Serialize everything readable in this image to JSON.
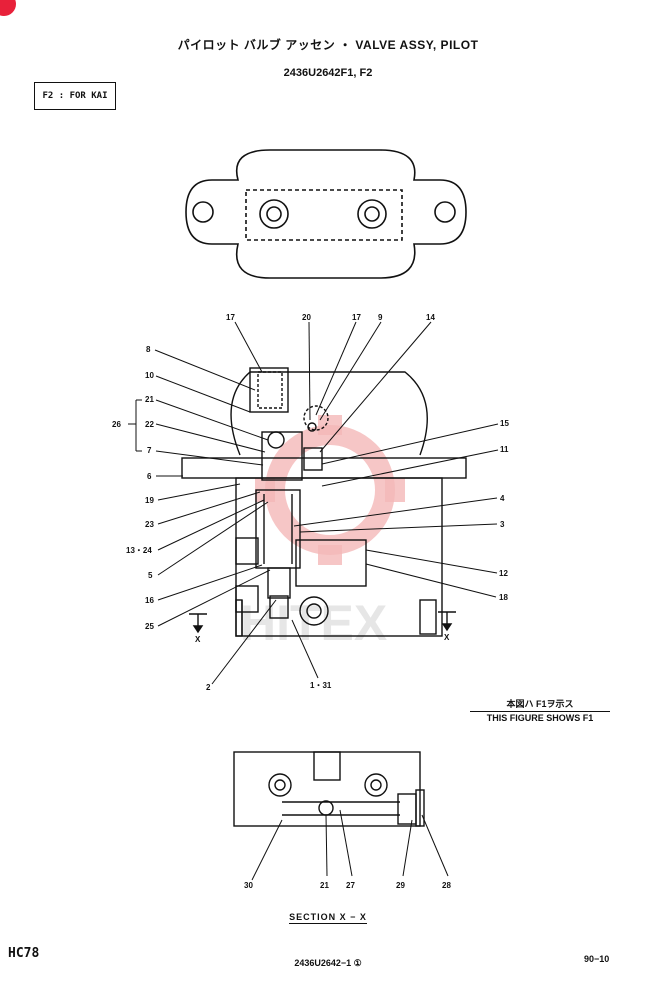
{
  "header": {
    "title": "パイロット バルブ アッセン ・ VALVE ASSY, PILOT",
    "part_number": "2436U2642F1, F2"
  },
  "note_box": "F2 : FOR KAI",
  "figure_note": {
    "japanese": "本図ハ F1ヲ示ス",
    "english": "THIS FIGURE SHOWS F1"
  },
  "section_label": "SECTION X − X",
  "section_marker": "X",
  "watermark": "HITEX",
  "callouts": {
    "c17a": "17",
    "c20": "20",
    "c17b": "17",
    "c9": "9",
    "c14": "14",
    "c8": "8",
    "c10": "10",
    "c21": "21",
    "c26": "26",
    "c22": "22",
    "c7": "7",
    "c6": "6",
    "c15": "15",
    "c11": "11",
    "c19": "19",
    "c23a": "23",
    "c4": "4",
    "c3": "3",
    "c13_24": "13・24",
    "c5": "5",
    "c12": "12",
    "c16": "16",
    "c18": "18",
    "c25": "25",
    "c2": "2",
    "c1_31": "1・31"
  },
  "section_callouts": {
    "c30": "30",
    "c21": "21",
    "c27": "27",
    "c29": "29",
    "c28": "28"
  },
  "footer": {
    "model": "HC78",
    "drawing_number": "2436U2642−1 ①",
    "page": "90−10"
  },
  "colors": {
    "line": "#111111",
    "watermark": "#f4b8b8",
    "corner_mark": "#e8213a"
  }
}
